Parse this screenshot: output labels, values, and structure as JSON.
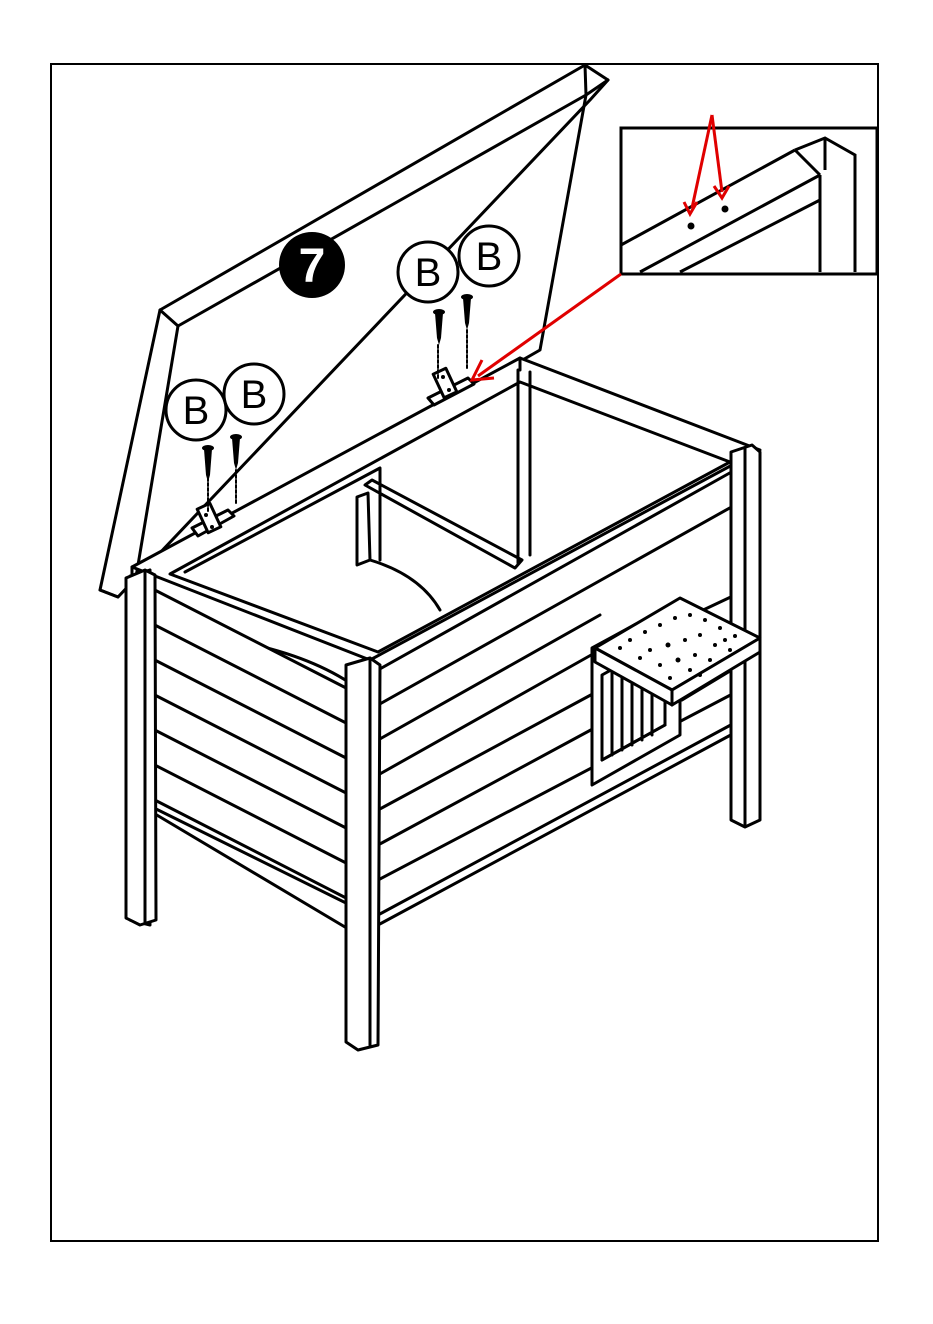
{
  "step": {
    "number": "7"
  },
  "parts": {
    "label": "B",
    "callouts": [
      "B",
      "B",
      "B",
      "B"
    ]
  },
  "colors": {
    "line": "#000000",
    "arrow": "#e00000",
    "badge": "#000000",
    "background": "#ffffff"
  },
  "icons": {
    "hinge": "hinge-icon",
    "screw": "screw-icon",
    "hole": "pilot-hole-icon"
  }
}
